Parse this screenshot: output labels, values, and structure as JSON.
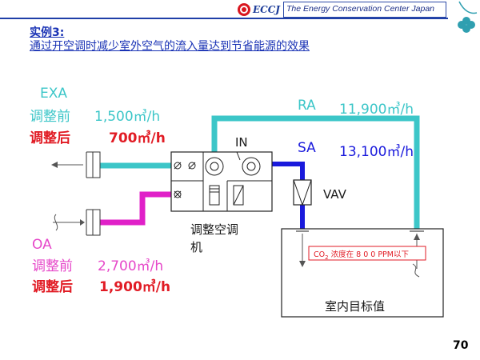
{
  "header": {
    "logo_text": "ECCJ",
    "org_name": "The Energy Conservation Center Japan"
  },
  "title": {
    "line1": "实例3:",
    "line2": "通过开空调时减少室外空气的流入量达到节省能源的效果"
  },
  "exa": {
    "label": "EXA",
    "before_label": "调整前",
    "before_value": "1,500㎥/h",
    "after_label": "调整后",
    "after_value": "700㎥/h"
  },
  "oa": {
    "label": "OA",
    "before_label": "调整前",
    "before_value": "2,700㎥/h",
    "after_label": "调整后",
    "after_value": "1,900㎥/h"
  },
  "ra": {
    "label": "RA",
    "value": "11,900㎥/h"
  },
  "sa": {
    "label": "SA",
    "value": "13,100㎥/h"
  },
  "in_label": "IN",
  "vav_label": "VAV",
  "ahu_label_line1": "调整空调",
  "ahu_label_line2": "机",
  "co2_label_prefix": "CO",
  "co2_label_sub": "2",
  "co2_label_rest": " 浓度在 8 0 0 PPM以下",
  "room_label": "室内目标值",
  "page_number": "70",
  "colors": {
    "cyan_duct": "#3cc6c8",
    "pink_duct": "#e020c8",
    "blue_duct": "#1a1adc",
    "red_text": "#e11b24",
    "title_blue": "#1a33b5"
  }
}
